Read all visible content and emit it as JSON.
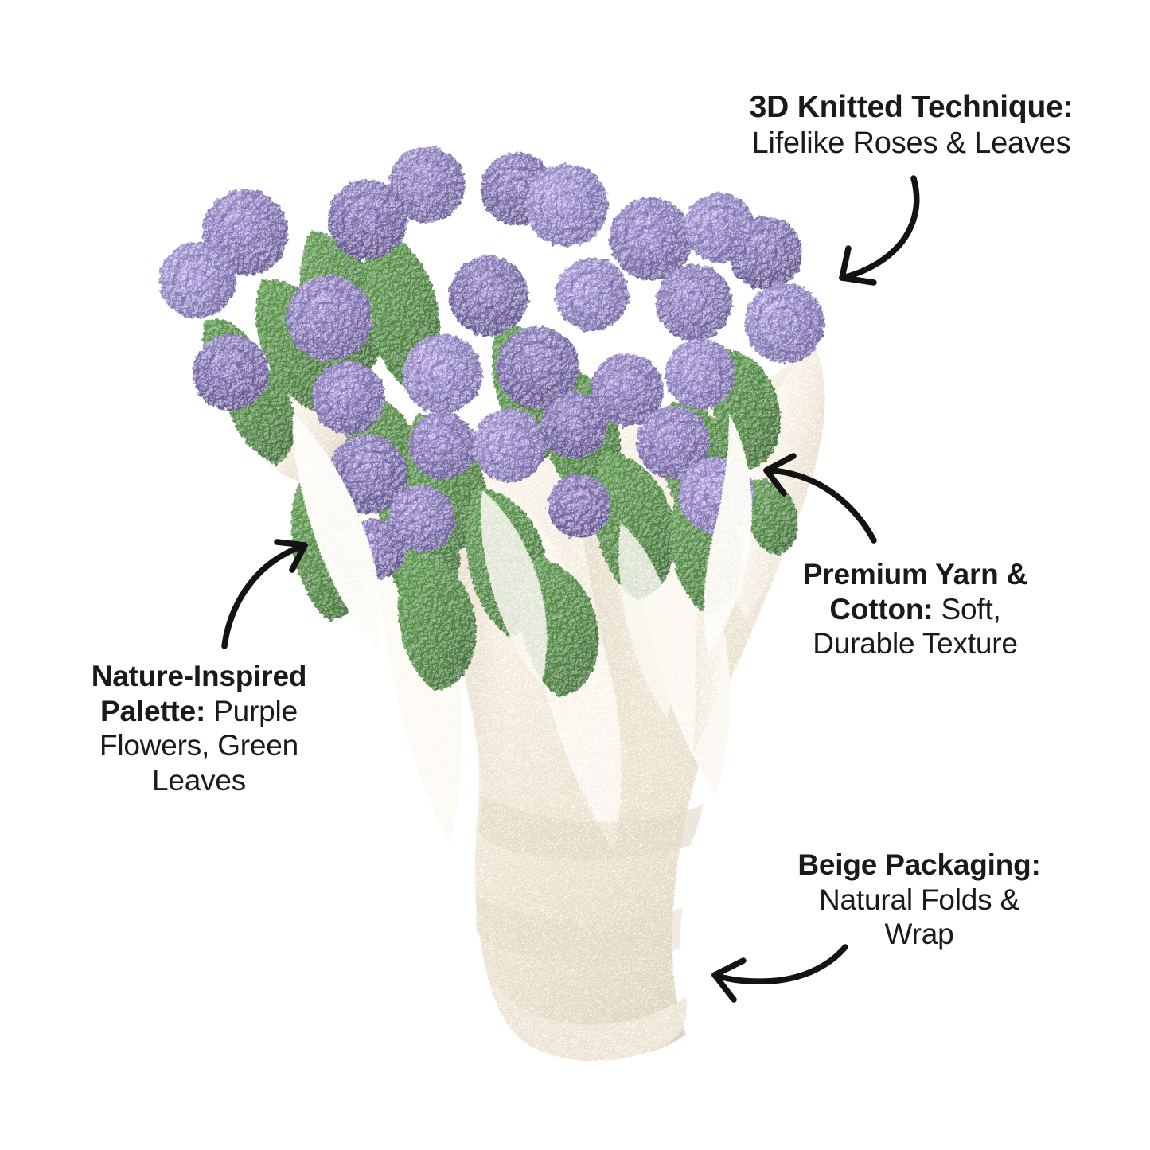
{
  "page": {
    "type": "product-infographic",
    "background_color": "#ffffff",
    "subject": "knitted purple rose bouquet with beige wrap"
  },
  "callouts": [
    {
      "id": "technique",
      "bold_line": "3D Knitted Technique:",
      "regular_line": "Lifelike Roses & Leaves",
      "position": "top-right"
    },
    {
      "id": "yarn",
      "bold_line": "Premium Yarn &",
      "bold_line2": "Cotton:",
      "regular_line": " Soft,",
      "regular_line2": "Durable Texture",
      "position": "middle-right"
    },
    {
      "id": "palette",
      "bold_line": "Nature-Inspired",
      "bold_line2": "Palette:",
      "regular_line": " Purple",
      "regular_line2": "Flowers, Green",
      "regular_line3": "Leaves",
      "position": "middle-left"
    },
    {
      "id": "packaging",
      "bold_line": "Beige Packaging:",
      "regular_line": "Natural Folds &",
      "regular_line2": "Wrap",
      "position": "bottom-right"
    }
  ],
  "arrows": [
    {
      "id": "arrow-to-roses",
      "from": "3D Knitted Technique label",
      "to": "purple roses cluster",
      "direction": "down-left"
    },
    {
      "id": "arrow-to-wrap-edge",
      "from": "Premium Yarn & Cotton label",
      "to": "right wrap edge",
      "direction": "up-left"
    },
    {
      "id": "arrow-to-palette",
      "from": "Nature-Inspired Palette label",
      "to": "flower and wrap junction",
      "direction": "up-right"
    },
    {
      "id": "arrow-to-packaging",
      "from": "Beige Packaging label",
      "to": "bottom of beige wrap",
      "direction": "left"
    }
  ],
  "colors": {
    "text": "#1a1a1a",
    "arrow": "#131313",
    "background": "#ffffff",
    "rose_purple": "#8173b0",
    "rose_purple_light": "#9b8dc4",
    "rose_purple_dark": "#6b5d99",
    "leaf_green": "#4e8b3f",
    "leaf_green_dark": "#3c6e30",
    "wrap_beige": "#efe9dd",
    "wrap_beige_shadow": "#d8cfbe",
    "wrap_white": "#fbf9f4"
  },
  "product": {
    "flower_count_approx": 30,
    "flower_color": "purple",
    "leaf_color": "green",
    "wrap_color": "beige"
  }
}
